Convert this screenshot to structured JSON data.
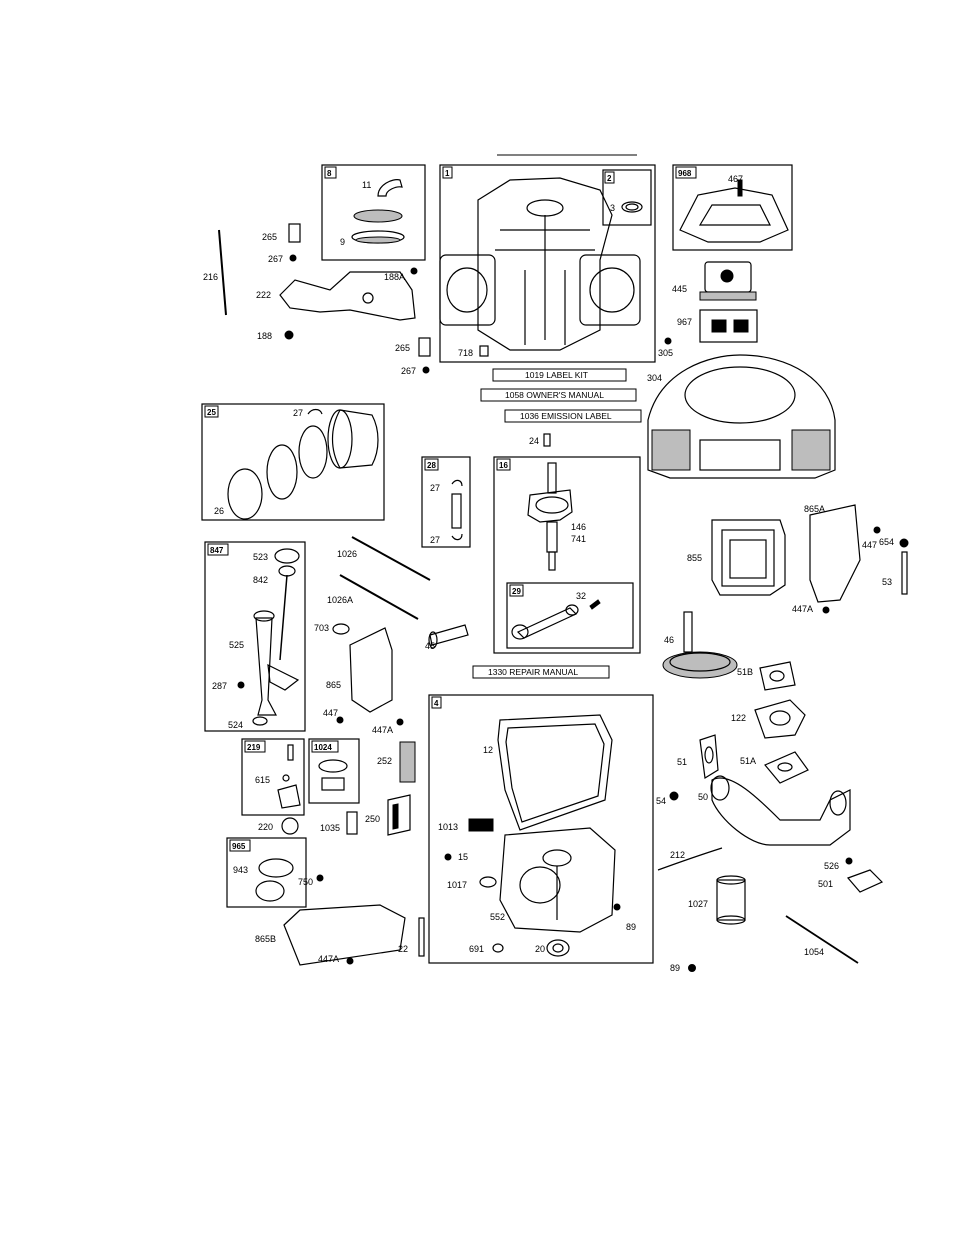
{
  "boxes": [
    {
      "id": "8"
    },
    {
      "id": "1"
    },
    {
      "id": "2"
    },
    {
      "id": "968"
    },
    {
      "id": "25"
    },
    {
      "id": "28"
    },
    {
      "id": "16"
    },
    {
      "id": "29"
    },
    {
      "id": "847"
    },
    {
      "id": "219"
    },
    {
      "id": "1024"
    },
    {
      "id": "4"
    },
    {
      "id": "965"
    }
  ],
  "kit_labels": {
    "label_kit": "1019 LABEL KIT",
    "owners_manual": "1058 OWNER'S MANUAL",
    "emission_label": "1036 EMISSION LABEL",
    "repair_manual": "1330 REPAIR MANUAL"
  },
  "parts": {
    "p11": "11",
    "p9": "9",
    "p188A": "188A",
    "p265a": "265",
    "p267a": "267",
    "p216": "216",
    "p222": "222",
    "p188": "188",
    "p265b": "265",
    "p267b": "267",
    "p3": "3",
    "p718": "718",
    "p305": "305",
    "p467": "467",
    "p445": "445",
    "p967": "967",
    "p304": "304",
    "p27a": "27",
    "p26": "26",
    "p24": "24",
    "p27b": "27",
    "p27c": "27",
    "p146": "146",
    "p741": "741",
    "p32": "32",
    "p865A": "865A",
    "p447a": "447",
    "p654": "654",
    "p855": "855",
    "p53": "53",
    "p447Aa": "447A",
    "p523": "523",
    "p842": "842",
    "p1026": "1026",
    "p1026A": "1026A",
    "p703": "703",
    "p45": "45",
    "p525": "525",
    "p46": "46",
    "p287": "287",
    "p865": "865",
    "p51B": "51B",
    "p524": "524",
    "p447b": "447",
    "p447Ab": "447A",
    "p122": "122",
    "p615": "615",
    "p252": "252",
    "p12": "12",
    "p51": "51",
    "p51A": "51A",
    "p54": "54",
    "p50": "50",
    "p220": "220",
    "p1035": "1035",
    "p250": "250",
    "p1013": "1013",
    "p15": "15",
    "p212": "212",
    "p943": "943",
    "p750": "750",
    "p1017": "1017",
    "p526": "526",
    "p501": "501",
    "p552": "552",
    "p89a": "89",
    "p1027": "1027",
    "p865B": "865B",
    "p22": "22",
    "p691": "691",
    "p20": "20",
    "p447Ac": "447A",
    "p1054": "1054",
    "p89b": "89"
  }
}
